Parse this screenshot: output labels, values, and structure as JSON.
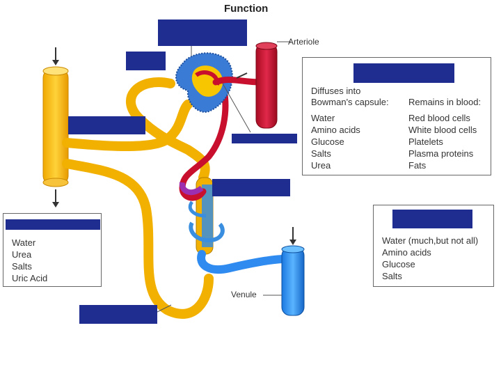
{
  "title": "Function",
  "labels": {
    "arteriole": "Arteriole",
    "venule": "Venule"
  },
  "filtration_box": {
    "header_left": "Diffuses into\nBowman's capsule:",
    "header_right": "Remains in blood:",
    "diffuses": [
      "Water",
      "Amino acids",
      "Glucose",
      "Salts",
      "Urea"
    ],
    "remains": [
      "Red blood cells",
      "White blood cells",
      "Platelets",
      "Plasma proteins",
      "Fats"
    ]
  },
  "excreted_box": {
    "items": [
      "Water",
      "Urea",
      "Salts",
      "Uric Acid"
    ]
  },
  "reabsorbed_box": {
    "items": [
      "Water (much,but not all)",
      "Amino acids",
      "Glucose",
      "Salts"
    ]
  },
  "colors": {
    "mask": "#1e2d8f",
    "artery": "#c8102e",
    "vein": "#1e90ff",
    "tubule": "#f5b800",
    "capsule": "#3a7bd5"
  }
}
